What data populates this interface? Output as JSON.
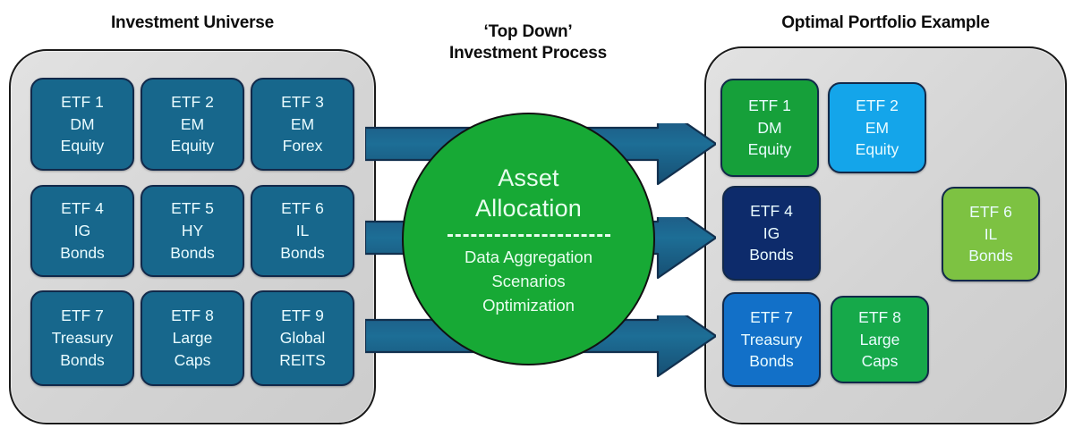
{
  "diagram": {
    "type": "process-flow",
    "left_panel": {
      "title": "Investment Universe",
      "panel_color": "#d6d6d6",
      "tile_color": "#17678C",
      "tiles": [
        {
          "id": "etf1",
          "line1": "ETF 1",
          "line2": "DM",
          "line3": "Equity",
          "color": "#17678C"
        },
        {
          "id": "etf2",
          "line1": "ETF 2",
          "line2": "EM",
          "line3": "Equity",
          "color": "#17678C"
        },
        {
          "id": "etf3",
          "line1": "ETF 3",
          "line2": "EM",
          "line3": "Forex",
          "color": "#17678C"
        },
        {
          "id": "etf4",
          "line1": "ETF 4",
          "line2": "IG",
          "line3": "Bonds",
          "color": "#17678C"
        },
        {
          "id": "etf5",
          "line1": "ETF 5",
          "line2": "HY",
          "line3": "Bonds",
          "color": "#17678C"
        },
        {
          "id": "etf6",
          "line1": "ETF 6",
          "line2": "IL",
          "line3": "Bonds",
          "color": "#17678C"
        },
        {
          "id": "etf7",
          "line1": "ETF 7",
          "line2": "Treasury",
          "line3": "Bonds",
          "color": "#17678C"
        },
        {
          "id": "etf8",
          "line1": "ETF 8",
          "line2": "Large",
          "line3": "Caps",
          "color": "#17678C"
        },
        {
          "id": "etf9",
          "line1": "ETF 9",
          "line2": "Global",
          "line3": "REITS",
          "color": "#17678C"
        }
      ]
    },
    "center": {
      "title": "‘Top Down’\nInvestment Process",
      "circle_heading": "Asset\nAllocation",
      "circle_sublist": "Data Aggregation\nScenarios\nOptimization",
      "circle_color": "#17A935",
      "text_color": "#e9fdef",
      "arrow_count": 3,
      "arrow_color_start": "#1E4F7A",
      "arrow_color_end": "#1D6E96"
    },
    "right_panel": {
      "title": "Optimal Portfolio Example",
      "panel_color": "#d6d6d6",
      "tiles": [
        {
          "id": "etf1",
          "line1": "ETF 1",
          "line2": "DM",
          "line3": "Equity",
          "color": "#16A03A"
        },
        {
          "id": "etf2",
          "line1": "ETF 2",
          "line2": "EM",
          "line3": "Equity",
          "color": "#14A5EA"
        },
        {
          "id": "etf4",
          "line1": "ETF 4",
          "line2": "IG",
          "line3": "Bonds",
          "color": "#0D2B6B"
        },
        {
          "id": "etf6",
          "line1": "ETF 6",
          "line2": "IL",
          "line3": "Bonds",
          "color": "#7DC242"
        },
        {
          "id": "etf7",
          "line1": "ETF 7",
          "line2": "Treasury",
          "line3": "Bonds",
          "color": "#1270C8"
        },
        {
          "id": "etf8",
          "line1": "ETF 8",
          "line2": "Large",
          "line3": "Caps",
          "color": "#16A94A"
        }
      ]
    }
  }
}
